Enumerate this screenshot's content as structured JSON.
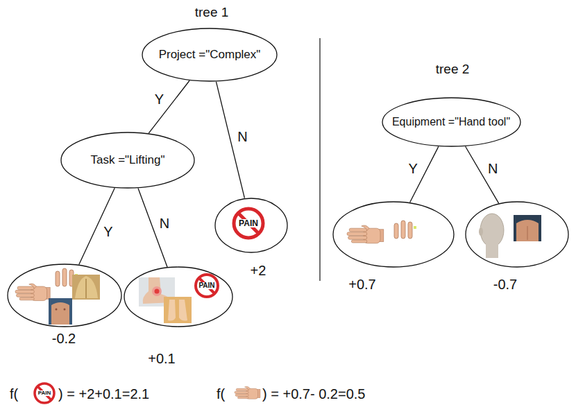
{
  "diagram": {
    "nodes": [
      {
        "text": [
          "Project =\"Complex\""
        ]
      },
      {
        "text": [
          "Task =\"Lifting\""
        ]
      },
      {
        "text": [
          "PAIN",
          "+2"
        ]
      },
      {
        "text": [
          "-0.2"
        ]
      },
      {
        "text": [
          "PAIN",
          "+0.1"
        ]
      },
      {
        "text": [
          "Equipment =\"Hand tool\""
        ]
      },
      {
        "text": [
          "+0.7"
        ]
      },
      {
        "text": [
          "-0.7"
        ]
      }
    ],
    "edges": [
      {
        "from": 0,
        "to": 1,
        "label": "Y",
        "arrow": "none"
      },
      {
        "from": 0,
        "to": 2,
        "label": "N",
        "arrow": "none"
      },
      {
        "from": 1,
        "to": 3,
        "label": "Y",
        "arrow": "none"
      },
      {
        "from": 1,
        "to": 4,
        "label": "N",
        "arrow": "none"
      },
      {
        "from": 5,
        "to": 6,
        "label": "Y",
        "arrow": "none"
      },
      {
        "from": 5,
        "to": 7,
        "label": "N",
        "arrow": "none"
      }
    ],
    "labels": [
      "tree 1",
      "tree 2",
      "f(",
      "PAIN",
      ") = +2+0.1=2.1",
      "f(",
      ") = +0.7- 0.2=0.5"
    ]
  }
}
